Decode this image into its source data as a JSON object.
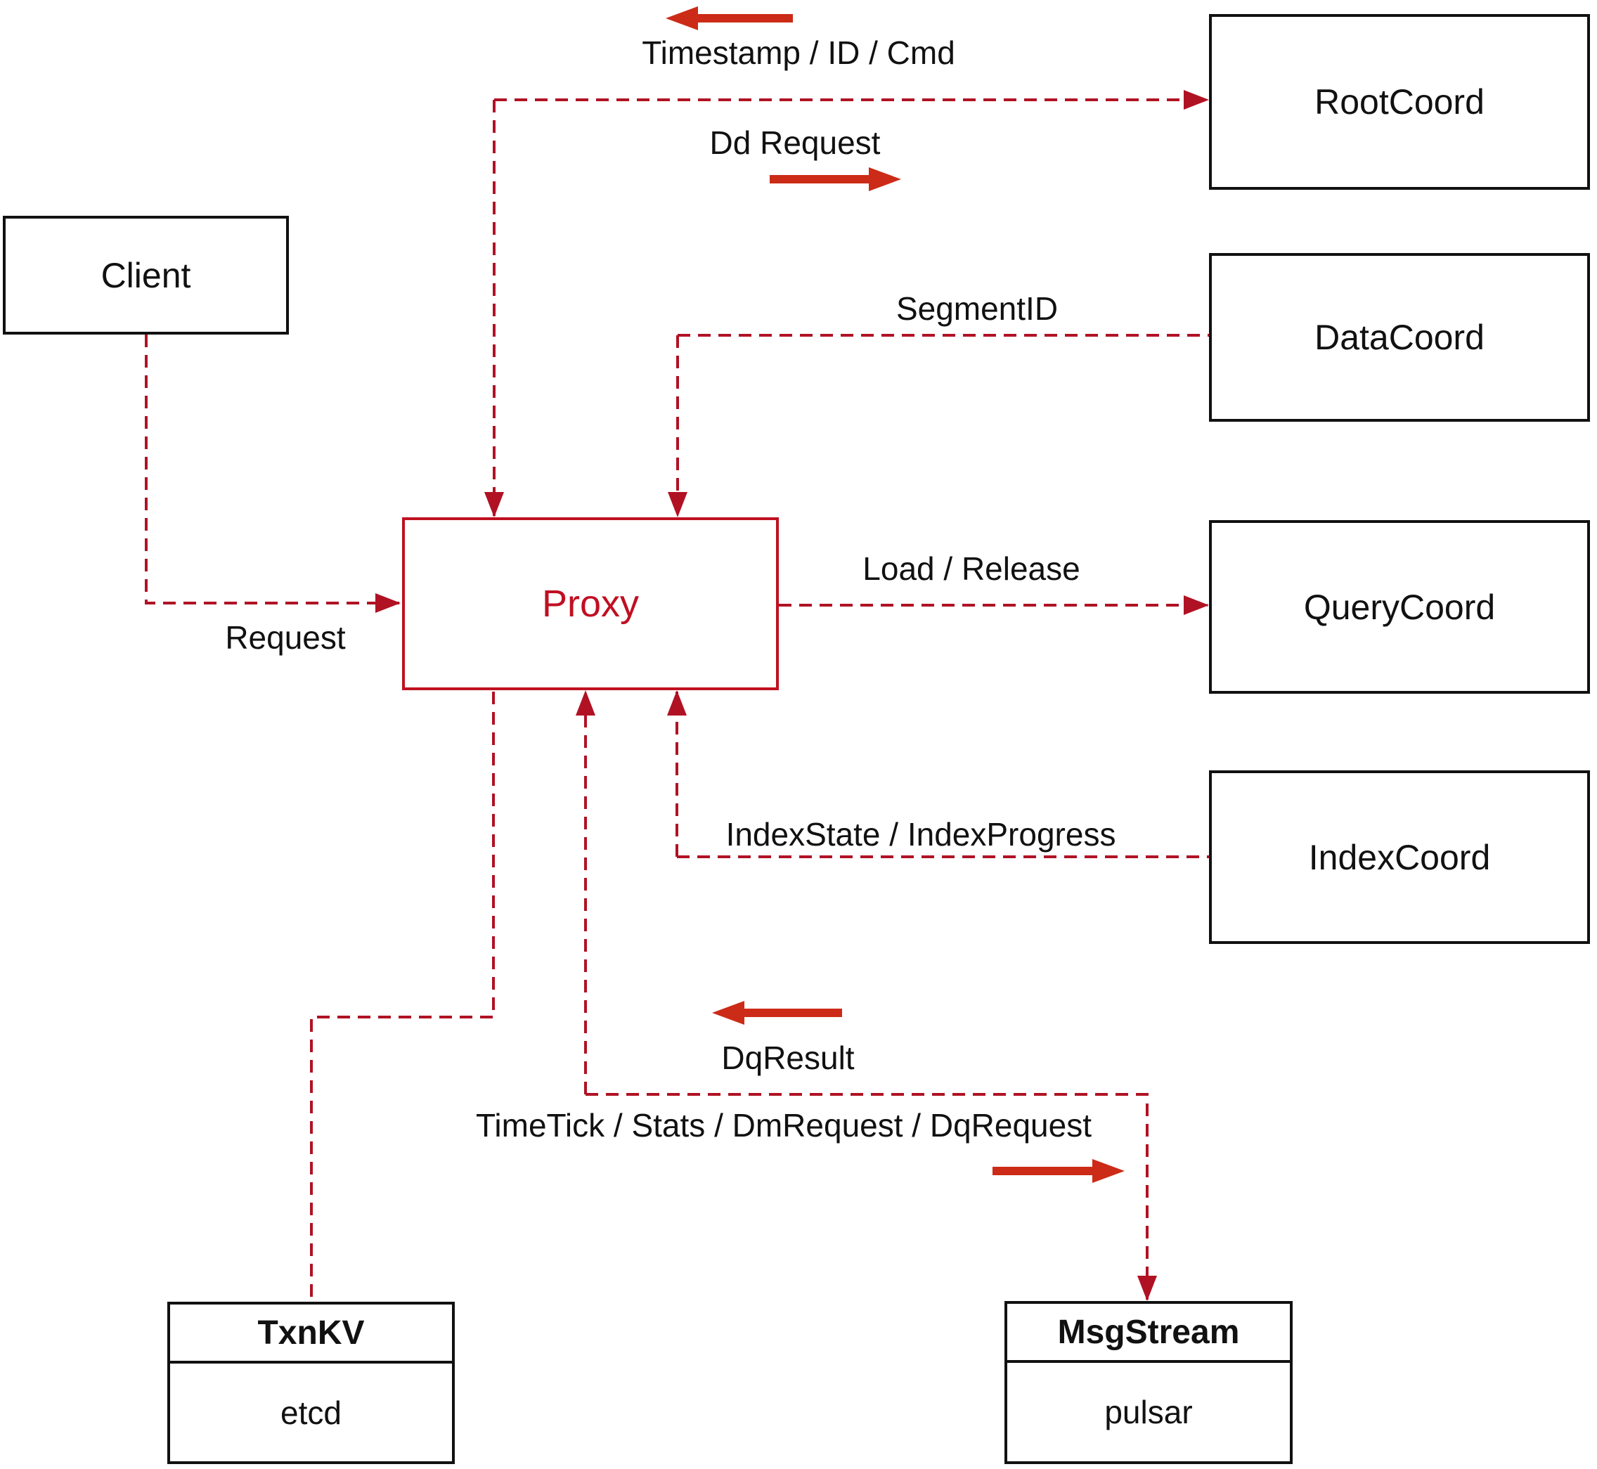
{
  "diagram": {
    "nodes": {
      "client": {
        "label": "Client"
      },
      "root_coord": {
        "label": "RootCoord"
      },
      "data_coord": {
        "label": "DataCoord"
      },
      "query_coord": {
        "label": "QueryCoord"
      },
      "index_coord": {
        "label": "IndexCoord"
      },
      "proxy": {
        "label": "Proxy"
      },
      "txn_kv": {
        "title": "TxnKV",
        "subtitle": "etcd"
      },
      "msg_stream": {
        "title": "MsgStream",
        "subtitle": "pulsar"
      }
    },
    "edges": [
      {
        "from": "Client",
        "to": "Proxy",
        "label": "Request"
      },
      {
        "from": "RootCoord",
        "to": "Proxy",
        "label": "Timestamp / ID / Cmd"
      },
      {
        "from": "Proxy",
        "to": "RootCoord",
        "label": "Dd Request"
      },
      {
        "from": "DataCoord",
        "to": "Proxy",
        "label": "SegmentID"
      },
      {
        "from": "Proxy",
        "to": "QueryCoord",
        "label": "Load / Release"
      },
      {
        "from": "IndexCoord",
        "to": "Proxy",
        "label": "IndexState / IndexProgress"
      },
      {
        "from": "MsgStream",
        "to": "Proxy",
        "label": "DqResult"
      },
      {
        "from": "Proxy",
        "to": "MsgStream",
        "label": "TimeTick / Stats / DmRequest / DqRequest"
      },
      {
        "from": "Proxy",
        "to": "TxnKV",
        "label": ""
      }
    ],
    "colors": {
      "dashed_line_red": "#b01224",
      "solid_arrow_red": "#cc2b17",
      "proxy_red": "#c00f22",
      "node_border_black": "#111111",
      "background": "#ffffff"
    }
  }
}
